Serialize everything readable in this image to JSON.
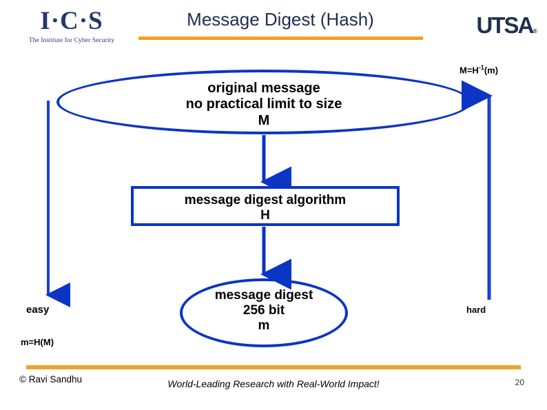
{
  "slide": {
    "title": "Message Digest (Hash)",
    "page_number": "20",
    "accent_color": "#f0a32a",
    "shape_color": "#0b35c4",
    "title_color": "#1f2d55"
  },
  "branding": {
    "ics": {
      "mark": "I·C·S",
      "subtitle": "The Institute for Cyber Security"
    },
    "utsa": {
      "mark": "UTSA",
      "registered": "®"
    }
  },
  "diagram": {
    "original_message": {
      "line1": "original message",
      "line2": "no practical limit to size",
      "line3": "M"
    },
    "algorithm": {
      "line1": "message digest algorithm",
      "line2": "H"
    },
    "digest": {
      "line1": "message digest",
      "line2": "256 bit",
      "line3": "m"
    },
    "labels": {
      "inverse_formula_prefix": "M=H",
      "inverse_formula_sup": "-1",
      "inverse_formula_suffix": "(m)",
      "easy": "easy",
      "forward_formula": "m=H(M)",
      "hard": "hard"
    }
  },
  "footer": {
    "copyright": "© Ravi  Sandhu",
    "tagline": "World-Leading Research with Real-World Impact!"
  }
}
